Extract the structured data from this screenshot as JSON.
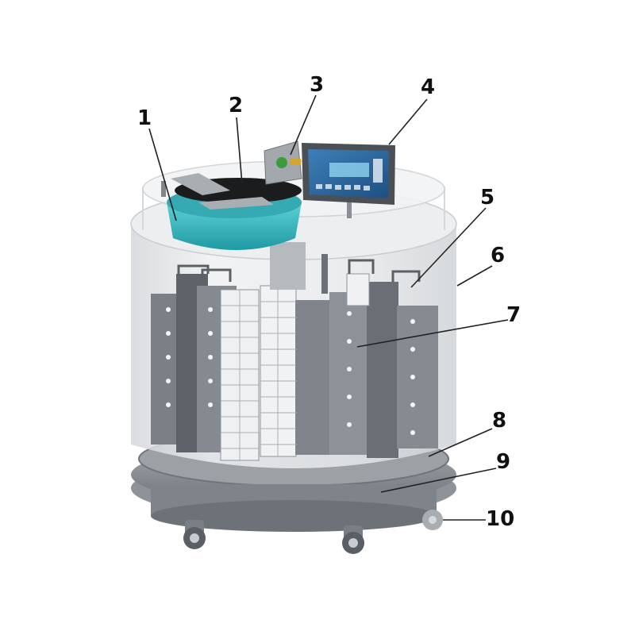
{
  "callouts": [
    {
      "id": "1",
      "label": "1"
    },
    {
      "id": "2",
      "label": "2"
    },
    {
      "id": "3",
      "label": "3"
    },
    {
      "id": "4",
      "label": "4"
    },
    {
      "id": "5",
      "label": "5"
    },
    {
      "id": "6",
      "label": "6"
    },
    {
      "id": "7",
      "label": "7"
    },
    {
      "id": "8",
      "label": "8"
    },
    {
      "id": "9",
      "label": "9"
    },
    {
      "id": "10",
      "label": "10"
    }
  ],
  "colors": {
    "vessel_glass": "#e4e6e8",
    "steel": "#7d8288",
    "steel_dark": "#4f545a",
    "base": "#8a8f95",
    "tray_teal": "#3cb9c0",
    "screen_blue": "#2f6fa5"
  }
}
